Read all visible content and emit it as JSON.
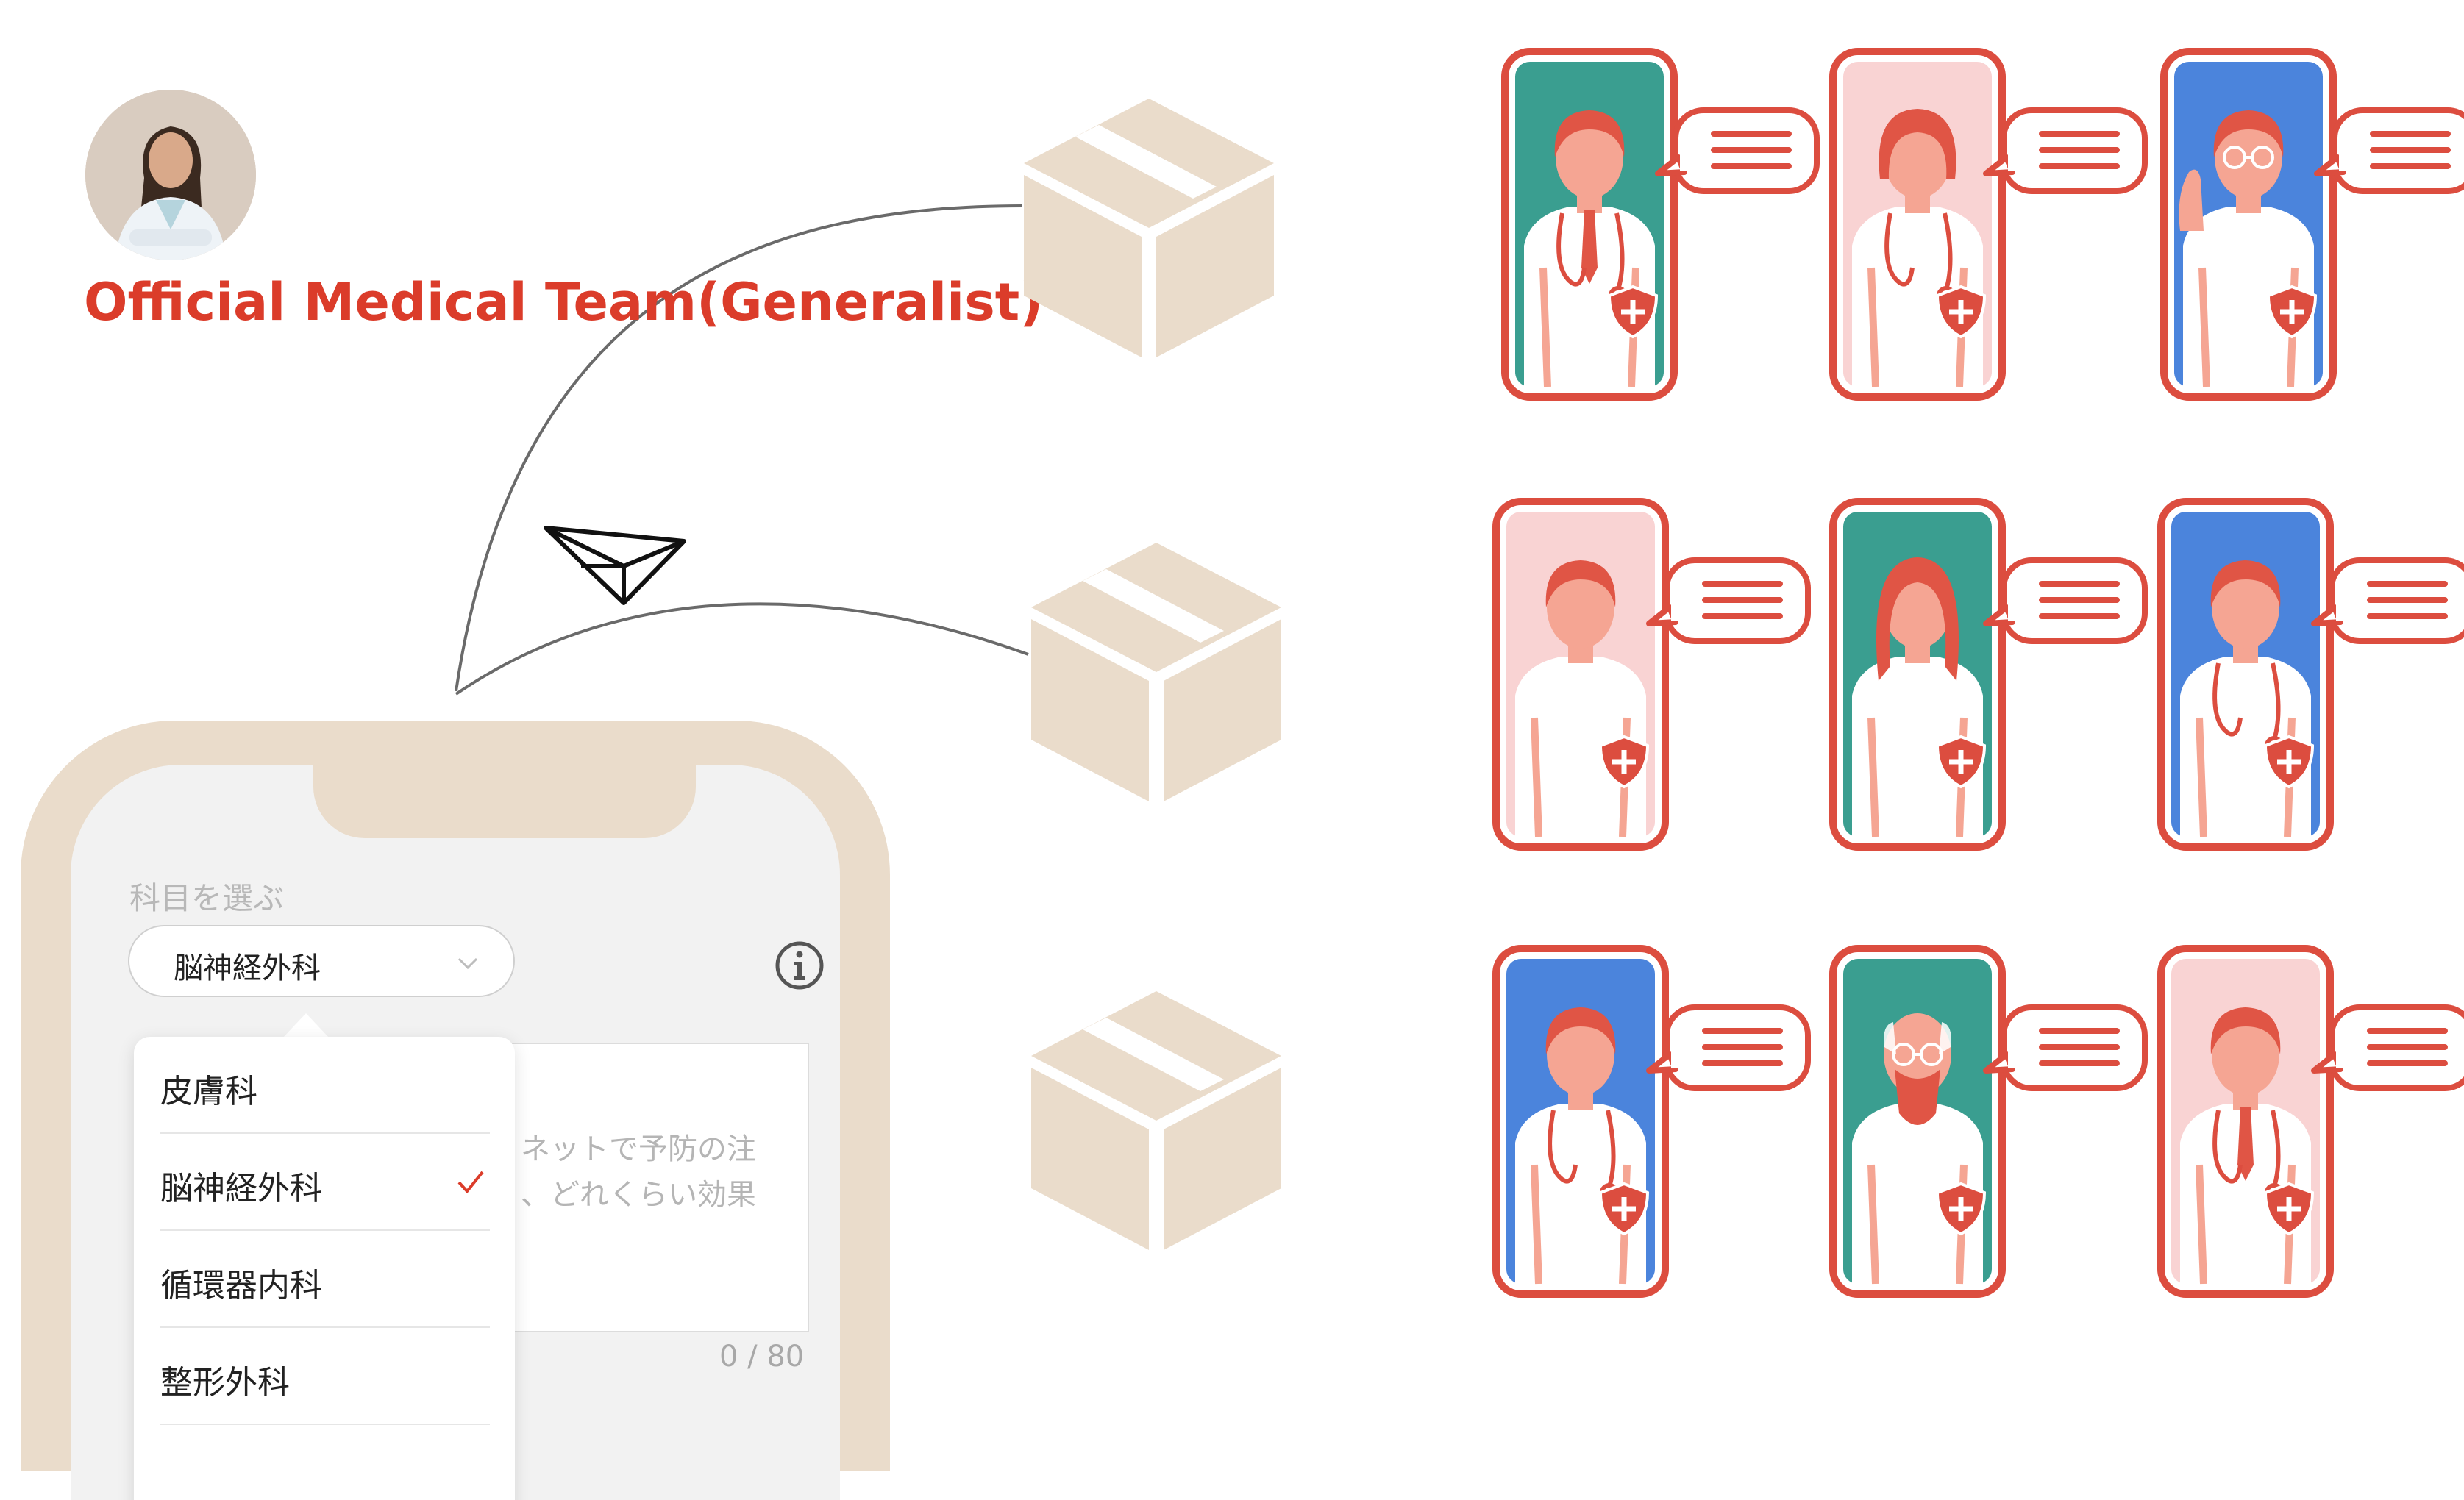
{
  "header": {
    "team_title": "Official Medical Team(Generalist)"
  },
  "form": {
    "field_label": "科目を選ぶ",
    "selected_department": "脳神経外科",
    "textarea_placeholder_line1": "ネットで予防の注",
    "textarea_placeholder_line2": "、どれくらい効果",
    "char_counter": "0 / 80"
  },
  "department_menu": {
    "items": [
      {
        "label": "皮膚科"
      },
      {
        "label": "脳神経外科"
      },
      {
        "label": "循環器内科"
      },
      {
        "label": "整形外科"
      }
    ],
    "selected": "脳神経外科"
  },
  "icons": {
    "avatar": "doctor-photo-avatar",
    "plane": "paper-plane-icon",
    "box": "package-box-icon",
    "info": "info-icon",
    "chevron": "chevron-down-icon",
    "check": "check-icon",
    "chat": "chat-bubble-icon"
  },
  "colors": {
    "brand_red": "#db3c2a",
    "card_border": "#dc4d3f",
    "box_beige": "#eadccb",
    "teal": "#3a9e90",
    "blue": "#4b84dc",
    "pink": "#f9d3d3"
  },
  "doctors": [
    {
      "bg": "teal",
      "hair": "short",
      "tie": true,
      "stethoscope": true
    },
    {
      "bg": "pink",
      "hair": "bob",
      "tie": false,
      "stethoscope": true
    },
    {
      "bg": "blue",
      "hair": "short",
      "glasses": true,
      "wave": true
    },
    {
      "bg": "pink",
      "hair": "short",
      "tie": false,
      "stethoscope": false
    },
    {
      "bg": "teal",
      "hair": "long",
      "tie": false,
      "stethoscope": false
    },
    {
      "bg": "blue",
      "hair": "short",
      "tie": false,
      "stethoscope": true
    },
    {
      "bg": "blue",
      "hair": "short",
      "tie": false,
      "stethoscope": true
    },
    {
      "bg": "teal",
      "hair": "bald",
      "beard": true,
      "glasses": true
    },
    {
      "bg": "pink",
      "hair": "short",
      "tie": true,
      "stethoscope": true
    }
  ]
}
